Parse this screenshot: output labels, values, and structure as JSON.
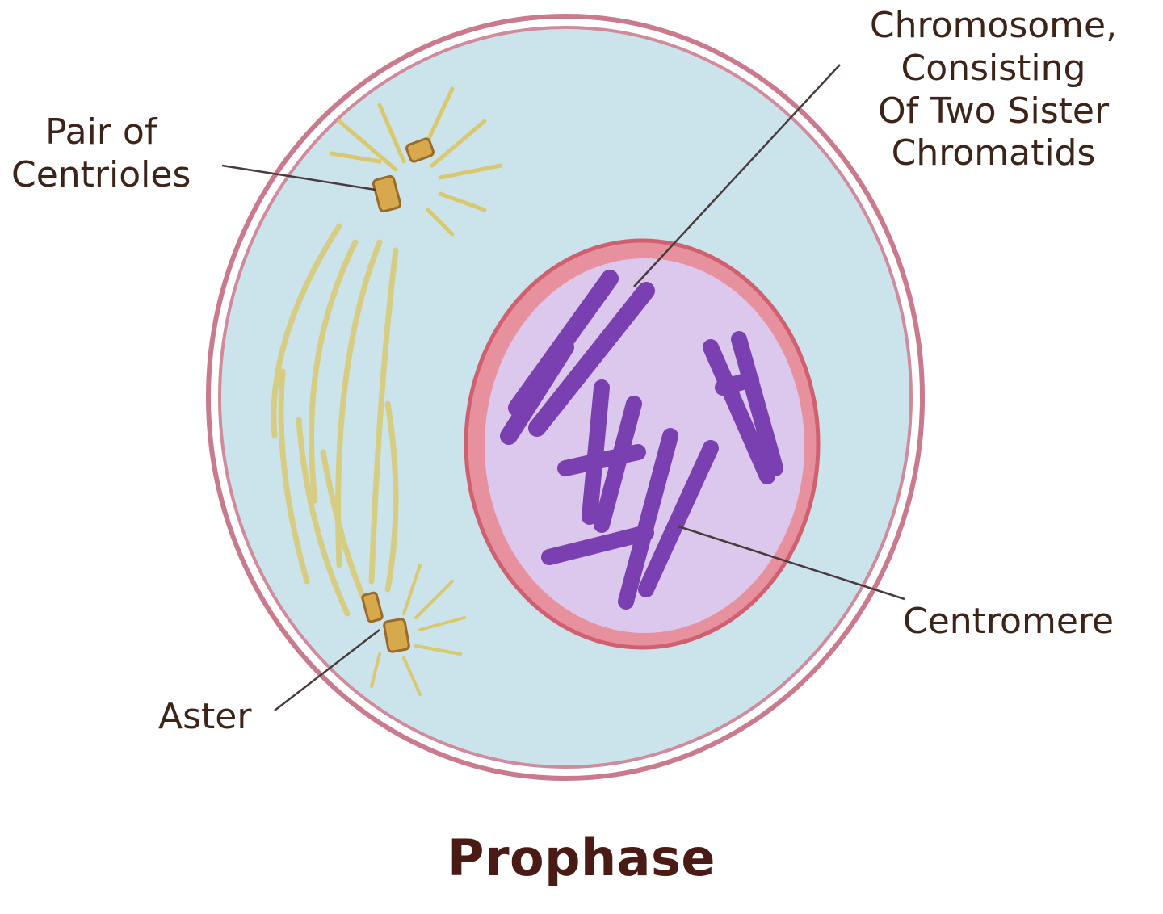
{
  "title": "Prophase",
  "labels": {
    "centrioles": [
      "Pair of",
      "Centrioles"
    ],
    "chromosome": [
      "Chromosome,",
      "Consisting",
      "Of Two Sister",
      "Chromatids"
    ],
    "centromere": "Centromere",
    "aster": "Aster"
  },
  "colors": {
    "cytoplasm": "#cbe4ec",
    "cell_membrane": "#c97a8c",
    "nuclear_envelope": "#e06a7e",
    "nucleoplasm": "#dcc8ec",
    "chromosome": "#7a3fb0",
    "spindle": "#d9c870",
    "centriole": "#d8a84c",
    "text": "#3e2418"
  }
}
